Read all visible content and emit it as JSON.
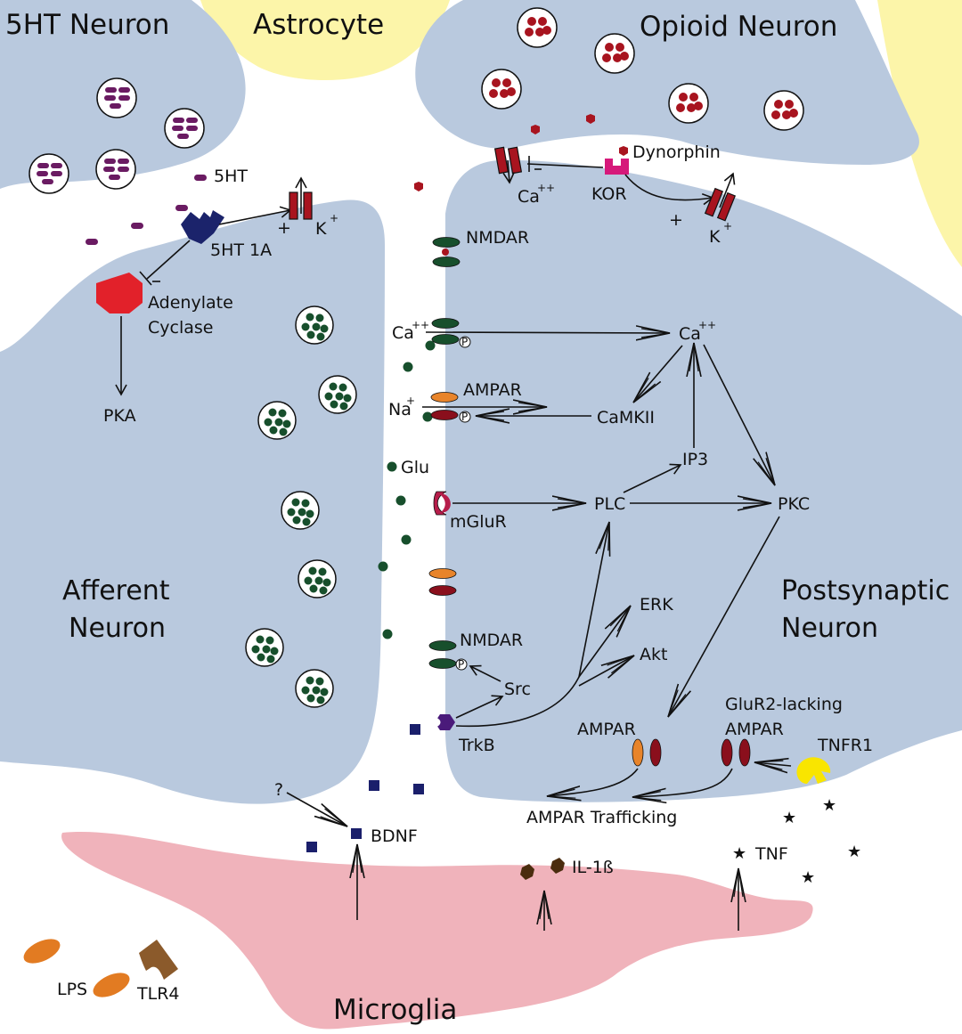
{
  "colors": {
    "neuron": "#b9c9de",
    "astrocyte": "#fcf5a9",
    "microglia": "#f0b3bb",
    "vesicle_5ht": "#6a1b62",
    "vesicle_opioid": "#a8141f",
    "vesicle_glu": "#174f2c",
    "adenylate_cyclase": "#e2212a",
    "receptor_5ht1a": "#1b236b",
    "ampar_orange": "#e8842a",
    "ampar_red": "#8a0f1c",
    "trkb": "#4a1a7a",
    "tnfr1": "#f9e500",
    "il1b": "#4a2c0e",
    "lps": "#e27b22",
    "tlr4": "#8b5a2b",
    "bdnf": "#1a1f6b"
  },
  "regions": {
    "ht_neuron": "5HT Neuron",
    "astrocyte": "Astrocyte",
    "opioid_neuron": "Opioid Neuron",
    "afferent_line1": "Afferent",
    "afferent_line2": "Neuron",
    "postsynaptic_line1": "Postsynaptic",
    "postsynaptic_line2": "Neuron",
    "microglia": "Microglia"
  },
  "labels": {
    "ht": "5HT",
    "ht1a": "5HT 1A",
    "k_left": "K",
    "k_right": "K",
    "plus_sign": "+",
    "plus_sup": "+",
    "adenylate_line1": "Adenylate",
    "adenylate_line2": "Cyclase",
    "pka": "PKA",
    "dynorphin": "Dynorphin",
    "kor": "KOR",
    "ca": "Ca",
    "ca_sup": "++",
    "na": "Na",
    "nmdar": "NMDAR",
    "ampar": "AMPAR",
    "camkii": "CaMKII",
    "ip3": "IP3",
    "plc": "PLC",
    "pkc": "PKC",
    "glu": "Glu",
    "mglur": "mGluR",
    "erk": "ERK",
    "akt": "Akt",
    "src": "Src",
    "trkb": "TrkB",
    "glur2_line1": "GluR2-lacking",
    "glur2_line2": "AMPAR",
    "tnfr1": "TNFR1",
    "ampar_trafficking": "AMPAR Trafficking",
    "question": "?",
    "bdnf": "BDNF",
    "il1b": "IL-1ß",
    "tnf": "TNF",
    "lps": "LPS",
    "tlr4": "TLR4",
    "phospho": "P"
  }
}
